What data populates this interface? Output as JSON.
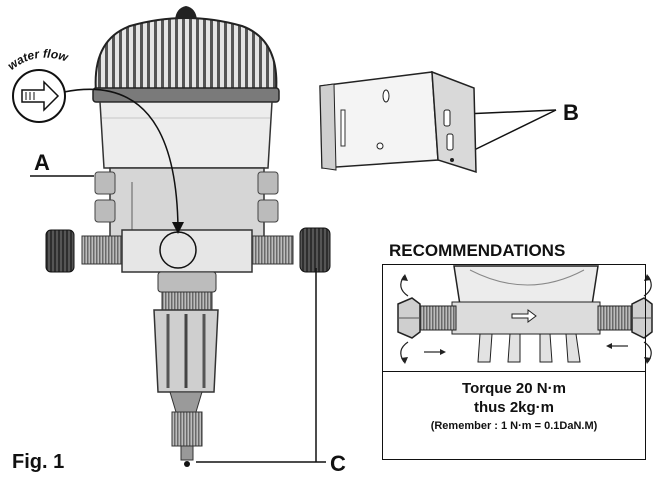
{
  "labels": {
    "a": "A",
    "b": "B",
    "c": "C",
    "figure": "Fig. 1",
    "water_flow": "water flow"
  },
  "recommendations": {
    "title": "RECOMMENDATIONS",
    "torque_line1": "Torque 20 N·m",
    "torque_line2": "thus 2kg·m",
    "torque_note": "(Remember : 1 N·m = 0.1DaN.M)"
  },
  "colors": {
    "ink": "#111111",
    "light_gray": "#d9d9d9",
    "mid_gray": "#8a8a8a",
    "dark_gray": "#3a3a3a",
    "background": "#ffffff"
  }
}
